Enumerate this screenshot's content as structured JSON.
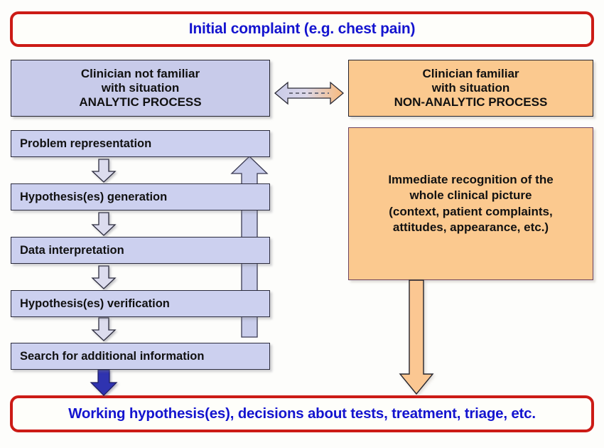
{
  "diagram": {
    "title": "Clinical reasoning dual process flowchart",
    "colors": {
      "banner_border": "#cc1b16",
      "banner_text": "#1414cf",
      "analytic_fill": "#ccd0ef",
      "analytic_header_fill": "#c8cbea",
      "nonanalytic_fill": "#fbc98f",
      "box_outline": "#23232e",
      "final_arrow_blue": "#2f33b0",
      "mini_arrow_fill": "#dcdcee"
    },
    "top_banner": {
      "label": "Initial complaint (e.g. chest pain)"
    },
    "bottom_banner": {
      "label": "Working hypothesis(es), decisions about tests, treatment, triage, etc."
    },
    "analytic_column": {
      "header": "Clinician not familiar\nwith situation\nANALYTIC PROCESS",
      "steps": [
        {
          "label": "Problem representation"
        },
        {
          "label": "Hypothesis(es) generation"
        },
        {
          "label": "Data interpretation"
        },
        {
          "label": "Hypothesis(es) verification"
        },
        {
          "label": "Search for additional information"
        }
      ]
    },
    "nonanalytic_column": {
      "header": "Clinician familiar\nwith situation\nNON-ANALYTIC PROCESS",
      "content": "Immediate recognition of the\nwhole clinical picture\n(context, patient complaints,\nattitudes, appearance, etc.)"
    },
    "connectors": {
      "bidirectional": "double-headed-dashed-arrow",
      "feedback_loop": "up-arrow-feedback",
      "analytic_to_result": "down-arrow-blue",
      "nonanalytic_to_result": "down-arrow-orange",
      "step_links": [
        "down-arrow-small",
        "down-arrow-small",
        "down-arrow-small",
        "down-arrow-small"
      ]
    }
  }
}
